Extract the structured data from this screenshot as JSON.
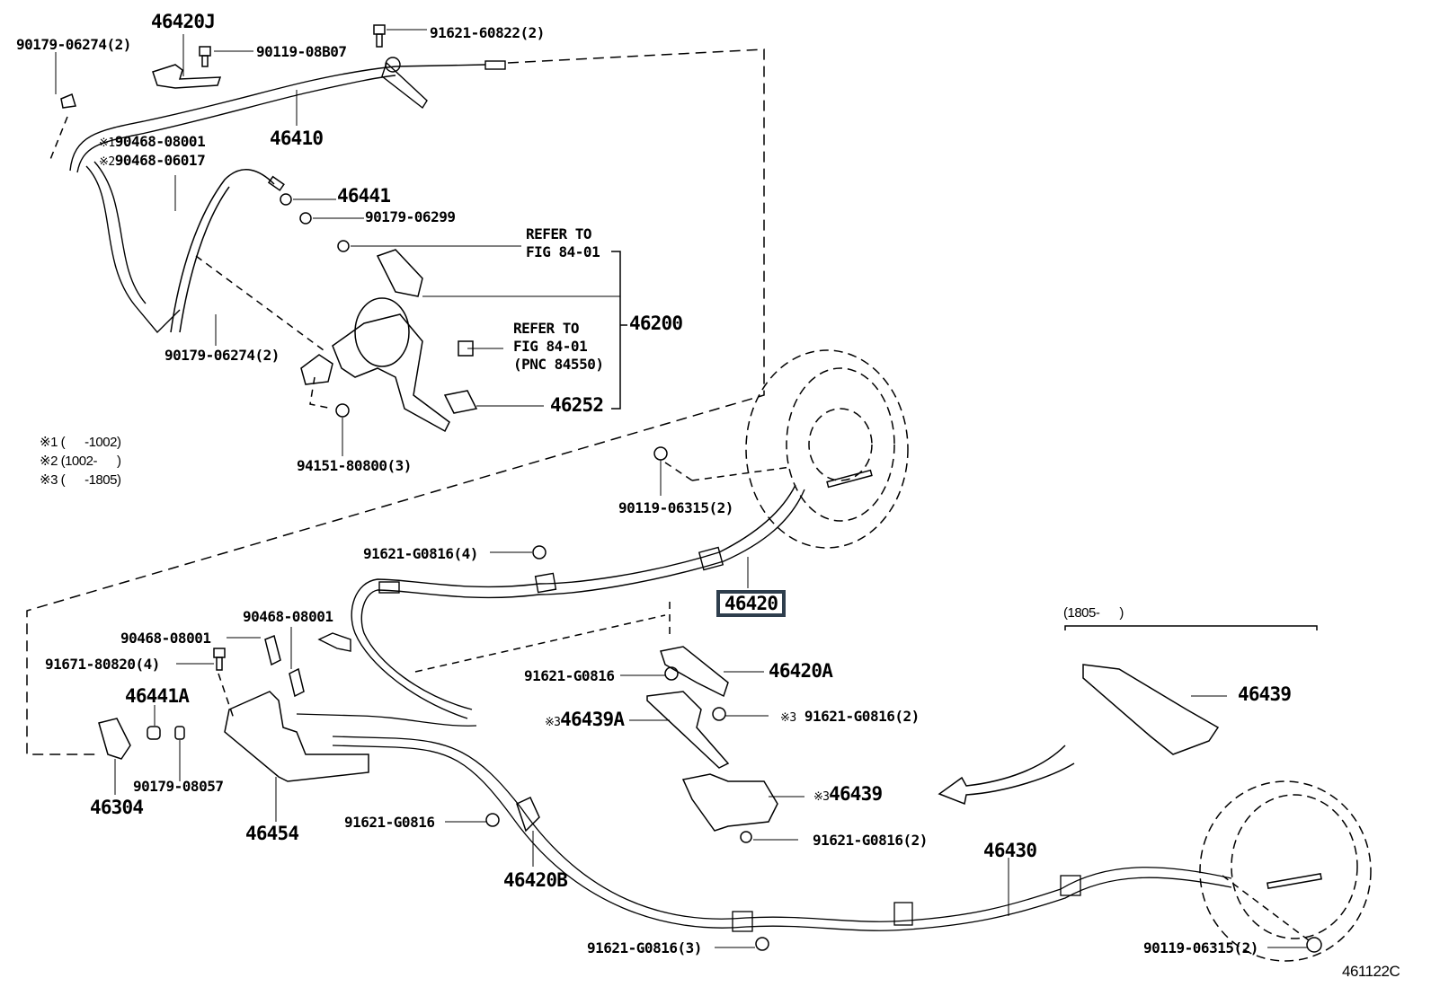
{
  "diagram": {
    "title": "Parking brake cable assembly parts diagram",
    "figure_code": "461122C",
    "highlight_color": "#2e3e4d",
    "highlighted_part": "46420",
    "legend": [
      {
        "mark": "※1",
        "range": "(      -1002)"
      },
      {
        "mark": "※2",
        "range": "(1002-      )"
      },
      {
        "mark": "※3",
        "range": "(      -1805)"
      }
    ],
    "inset_range": "(1805-      )",
    "refer_notes": {
      "upper": {
        "line1": "REFER TO",
        "line2": "FIG 84-01"
      },
      "lower": {
        "line1": "REFER TO",
        "line2": "FIG 84-01",
        "line3": "(PNC 84550)"
      }
    },
    "parts": {
      "p46420J": "46420J",
      "p90179_06274_top": "90179-06274(2)",
      "p90119_08B07": "90119-08B07",
      "p91621_60822": "91621-60822(2)",
      "p46410": "46410",
      "p90468_08001_mk1": "90468-08001",
      "p90468_06017_mk2": "90468-06017",
      "p46441": "46441",
      "p90179_06299": "90179-06299",
      "p46200": "46200",
      "p90179_06274_mid": "90179-06274(2)",
      "p46252": "46252",
      "p94151_80800": "94151-80800(3)",
      "p90119_06315_top": "90119-06315(2)",
      "p91621_G0816_4": "91621-G0816(4)",
      "p46420": "46420",
      "p90468_08001_a": "90468-08001",
      "p90468_08001_b": "90468-08001",
      "p91671_80820": "91671-80820(4)",
      "p46441A": "46441A",
      "p46304": "46304",
      "p90179_08057": "90179-08057",
      "p46454": "46454",
      "p91621_G0816_a": "91621-G0816",
      "p46420A": "46420A",
      "p46439A": "46439A",
      "p91621_G0816_2_mk3": "91621-G0816(2)",
      "p46439_mk3": "46439",
      "p91621_G0816_2": "91621-G0816(2)",
      "p91621_G0816_b": "91621-G0816",
      "p46420B": "46420B",
      "p46430": "46430",
      "p91621_G0816_3": "91621-G0816(3)",
      "p90119_06315_bot": "90119-06315(2)",
      "p46439_inset": "46439"
    },
    "markers": {
      "m1": "※1",
      "m2": "※2",
      "m3": "※3"
    }
  }
}
